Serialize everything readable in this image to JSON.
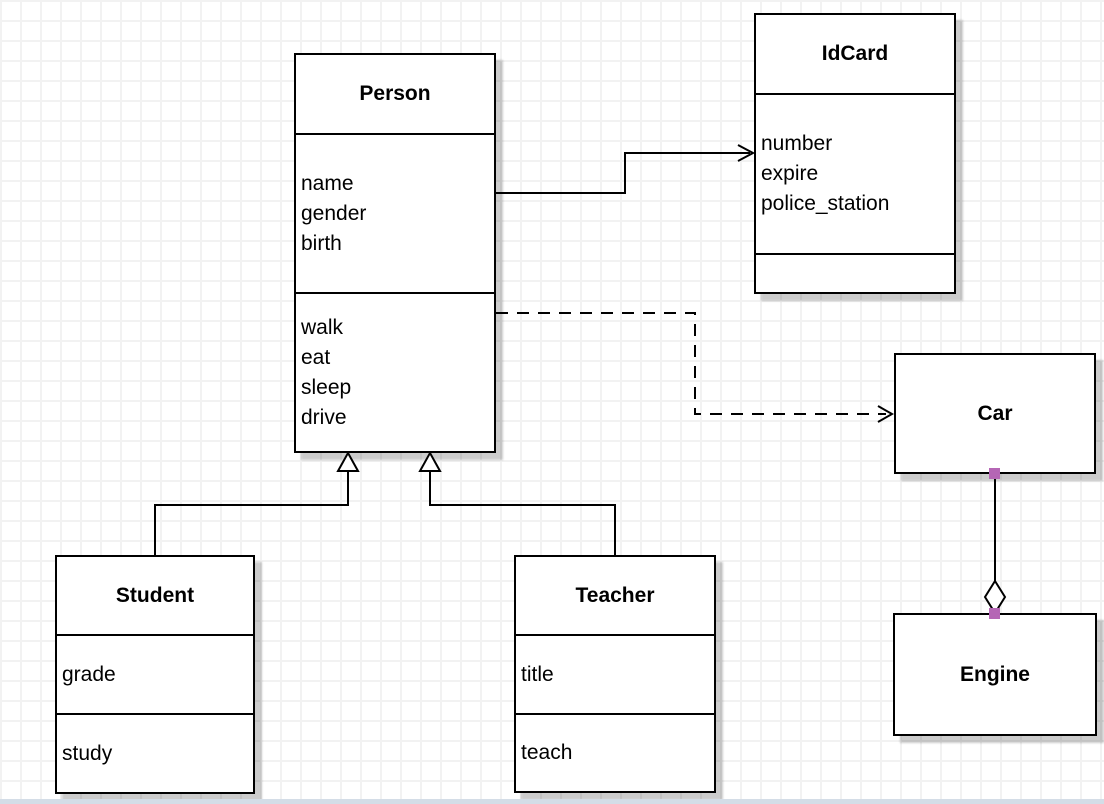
{
  "diagram": {
    "classes": {
      "person": {
        "name": "Person",
        "attributes": [
          "name",
          "gender",
          "birth"
        ],
        "methods": [
          "walk",
          "eat",
          "sleep",
          "drive"
        ]
      },
      "idcard": {
        "name": "IdCard",
        "attributes": [
          "number",
          "expire",
          "police_station"
        ],
        "methods": []
      },
      "car": {
        "name": "Car",
        "attributes": [],
        "methods": []
      },
      "engine": {
        "name": "Engine",
        "attributes": [],
        "methods": []
      },
      "student": {
        "name": "Student",
        "attributes": [
          "grade"
        ],
        "methods": [
          "study"
        ]
      },
      "teacher": {
        "name": "Teacher",
        "attributes": [
          "title"
        ],
        "methods": [
          "teach"
        ]
      }
    },
    "relationships": [
      {
        "from": "Person",
        "to": "IdCard",
        "type": "directed-association",
        "line": "solid",
        "arrowhead": "open"
      },
      {
        "from": "Person",
        "to": "Car",
        "type": "dependency",
        "line": "dashed",
        "arrowhead": "open"
      },
      {
        "from": "Student",
        "to": "Person",
        "type": "generalization",
        "line": "solid",
        "arrowhead": "hollow-triangle"
      },
      {
        "from": "Teacher",
        "to": "Person",
        "type": "generalization",
        "line": "solid",
        "arrowhead": "hollow-triangle"
      },
      {
        "from": "Car",
        "to": "Engine",
        "type": "aggregation",
        "line": "solid",
        "arrowhead": "hollow-diamond"
      }
    ],
    "colors": {
      "box_border": "#000000",
      "box_fill": "#ffffff",
      "grid_line": "#f2f2f2",
      "endpoint_marker": "#b566b5",
      "bottom_bar": "#d4dde7"
    }
  }
}
